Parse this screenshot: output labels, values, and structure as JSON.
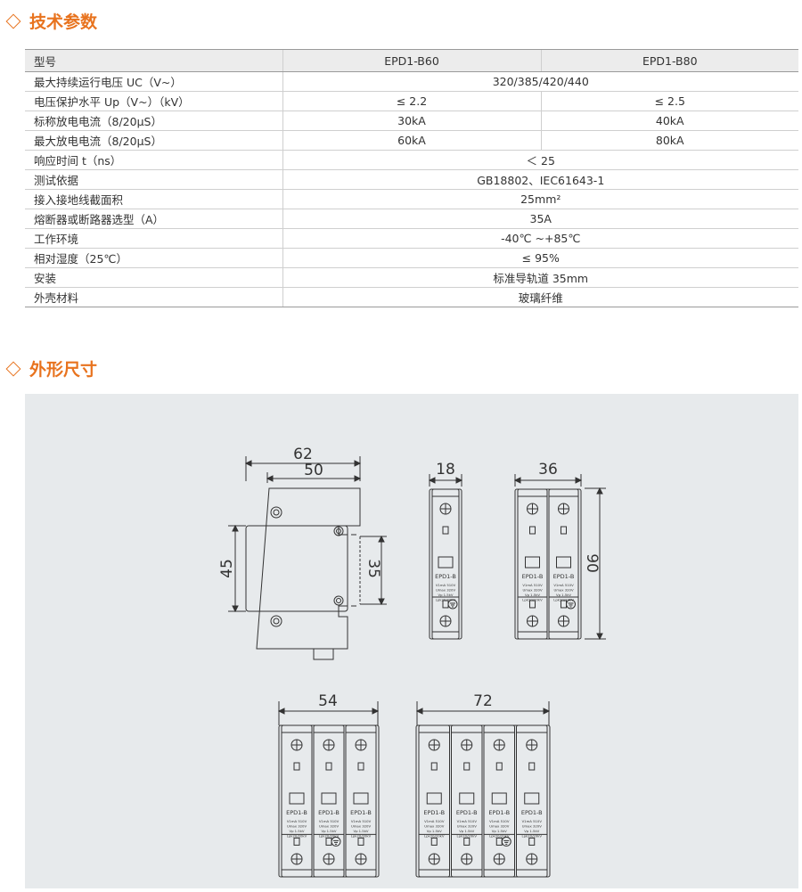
{
  "sections": {
    "spec_title": "技术参数",
    "dims_title": "外形尺寸"
  },
  "spec_table": {
    "header": {
      "label": "型号",
      "col1": "EPD1-B60",
      "col2": "EPD1-B80"
    },
    "rows": [
      {
        "label": "最大持续运行电压 UC（V~）",
        "merged": "320/385/420/440"
      },
      {
        "label": "电压保护水平 Up（V~）（kV）",
        "col1": "≤ 2.2",
        "col2": "≤ 2.5"
      },
      {
        "label": "标称放电电流（8/20μS）",
        "col1": "30kA",
        "col2": "40kA"
      },
      {
        "label": "最大放电电流（8/20μS）",
        "col1": "60kA",
        "col2": "80kA"
      },
      {
        "label": "响应时间 t（ns）",
        "merged": "＜ 25"
      },
      {
        "label": "测试依据",
        "merged": "GB18802、IEC61643-1"
      },
      {
        "label": "接入接地线截面积",
        "merged": "25mm²"
      },
      {
        "label": "熔断器或断路器选型（A）",
        "merged": "35A"
      },
      {
        "label": "工作环境",
        "merged": "-40℃ ~+85℃"
      },
      {
        "label": "相对湿度（25℃）",
        "merged": "≤ 95%"
      },
      {
        "label": "安装",
        "merged": "标准导轨道 35mm"
      },
      {
        "label": "外壳材料",
        "merged": "玻璃纤维"
      }
    ]
  },
  "diagram": {
    "side_view": {
      "overall_width": "62",
      "inner_width": "50",
      "height_left": "45",
      "height_right": "35"
    },
    "single": {
      "width": "18"
    },
    "double": {
      "width": "36",
      "height": "90"
    },
    "triple": {
      "width": "54"
    },
    "quad": {
      "width": "72"
    },
    "module_label": "EPD1-B",
    "module_specs": [
      "V1mA  510V",
      "Umax  320V",
      "Vp      1.5kV",
      "Lpk20/20kV"
    ]
  }
}
